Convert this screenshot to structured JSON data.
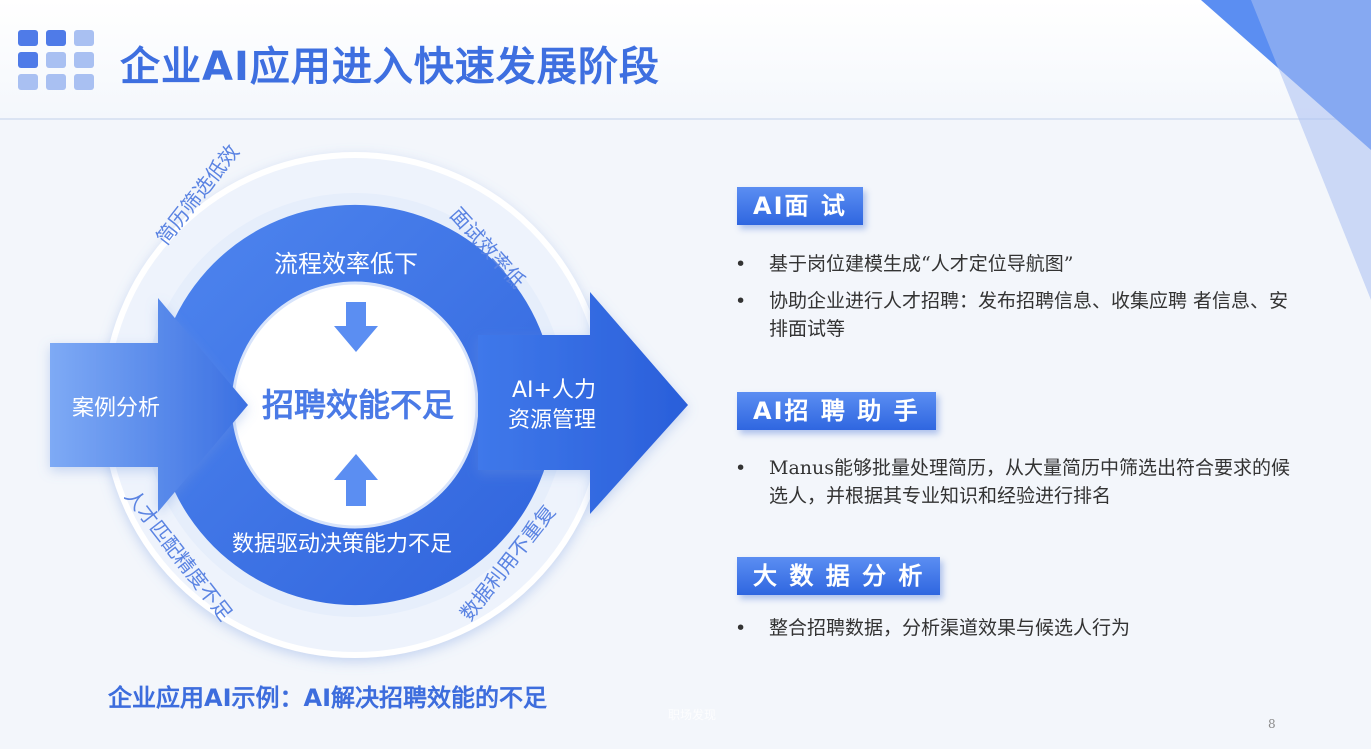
{
  "header": {
    "title": "企业AI应用进入快速发展阶段"
  },
  "cycle": {
    "top_arc": "流程效率低下",
    "bottom_arc": "数据驱动决策能力不足",
    "center": "招聘效能不足",
    "left_arrow": "案例分析",
    "right_arrow_line1": "AI+人力",
    "right_arrow_line2": "资源管理",
    "outer_top_left": "简历筛选低效",
    "outer_top_right": "面试效率低",
    "outer_bottom_left": "人才匹配精度不足",
    "outer_bottom_right": "数据利用不重复"
  },
  "caption": "企业应用AI示例：AI解决招聘效能的不足",
  "features": [
    {
      "tag": "AI面 试",
      "bullets": [
        "基于岗位建模生成“人才定位导航图”",
        "协助企业进行人才招聘：发布招聘信息、收集应聘 者信息、安排面试等"
      ]
    },
    {
      "tag": "AI招 聘 助 手",
      "bullets": [
        "Manus能够批量处理简历，从大量简历中筛选出符合要求的候选人，并根据其专业知识和经验进行排名"
      ]
    },
    {
      "tag": "大 数 据 分 析",
      "bullets": [
        "整合招聘数据，分析渠道效果与候选人行为"
      ]
    }
  ],
  "footer": {
    "watermark": "职场发现",
    "page_number": "8"
  },
  "colors": {
    "primary": "#3e6fe0",
    "accent": "#2f66e0",
    "light": "#a9c0f2"
  }
}
